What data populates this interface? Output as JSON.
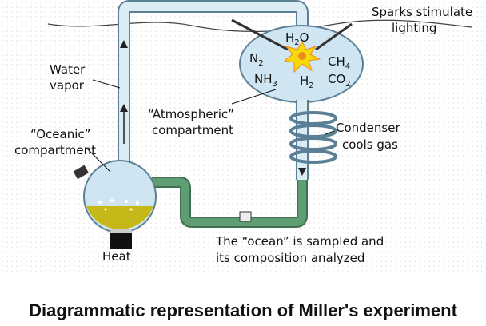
{
  "diagram": {
    "title": "Diagrammatic representation of Miller's experiment",
    "labels": {
      "sparks": [
        "Sparks stimulate",
        "lighting"
      ],
      "water_vapor": [
        "Water",
        "vapor"
      ],
      "oceanic": [
        "“Oceanic”",
        "compartment"
      ],
      "atmospheric": [
        "“Atmospheric”",
        "compartment"
      ],
      "condenser": [
        "Condenser",
        "cools gas"
      ],
      "heat": "Heat",
      "ocean_sampled": [
        "The “ocean” is sampled and",
        "its composition analyzed"
      ]
    },
    "gases": [
      {
        "base": "H",
        "sub": "2",
        "tail": "O"
      },
      {
        "base": "N",
        "sub": "2",
        "tail": ""
      },
      {
        "base": "CH",
        "sub": "4",
        "tail": ""
      },
      {
        "base": "NH",
        "sub": "3",
        "tail": ""
      },
      {
        "base": "H",
        "sub": "2",
        "tail": ""
      },
      {
        "base": "CO",
        "sub": "2",
        "tail": ""
      }
    ],
    "colors": {
      "glass": "#cfe6f2",
      "glass_edge": "#5b7f95",
      "water": "#5f9e72",
      "ocean_liquid": "#c7b81a",
      "spark": "#f5d90a",
      "spark_core": "#f08a1a"
    }
  }
}
